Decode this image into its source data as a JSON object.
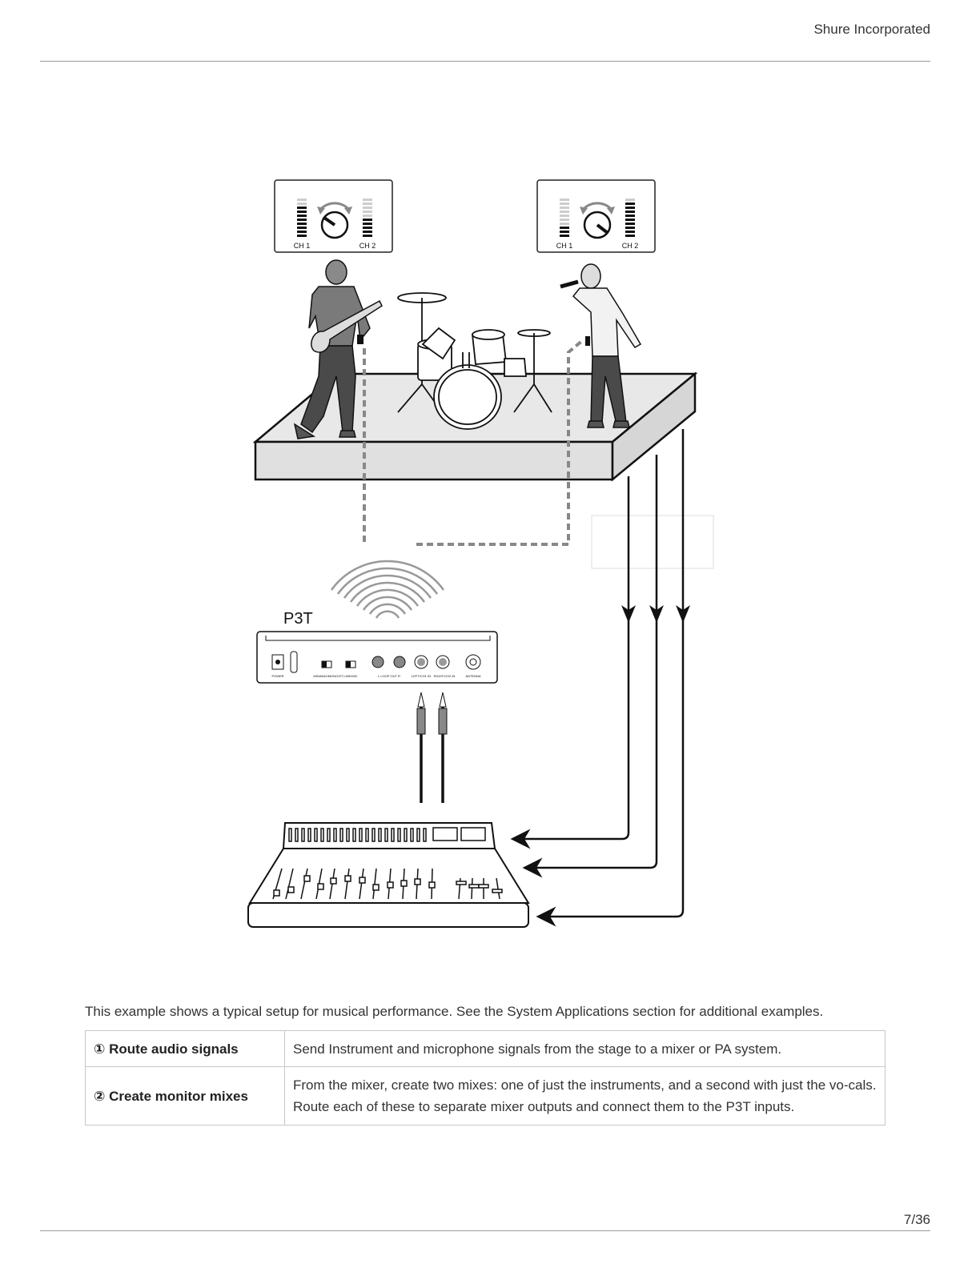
{
  "header": {
    "company": "Shure Incorporated"
  },
  "figure": {
    "meter_left": {
      "ch1_label": "CH 1",
      "ch2_label": "CH 2"
    },
    "meter_right": {
      "ch1_label": "CH 1",
      "ch2_label": "CH 2"
    },
    "device_label": "P3T",
    "panel_labels": [
      "POWER",
      "MIN/MAX/MONO/ST",
      "LINE/MIC",
      "L LOOP OUT R",
      "LEFT/CH1 IN",
      "RIGHT/CH2 IN",
      "ANTENNA"
    ]
  },
  "caption": "This example shows a typical setup for musical performance. See the System Applications section for additional examples.",
  "table": {
    "rows": [
      {
        "key": "① Route audio signals",
        "value": "Send Instrument and microphone signals from the stage to a mixer or PA system."
      },
      {
        "key": "② Create monitor mixes",
        "value": "From the mixer, create two mixes: one of just the instruments, and a second with just the vo-cals. Route each of these to separate mixer outputs and connect them to the P3T inputs."
      }
    ]
  },
  "footer": {
    "page": "7/36"
  }
}
